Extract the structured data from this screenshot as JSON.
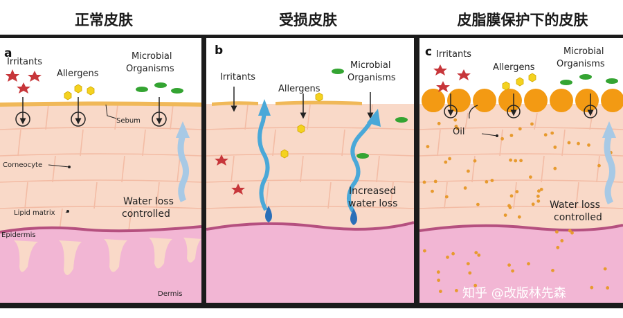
{
  "titles": {
    "normal": "正常皮肤",
    "damaged": "受损皮肤",
    "protected": "皮脂膜保护下的皮肤"
  },
  "panel_a": {
    "letter": "a",
    "irritants": "Irritants",
    "allergens": "Allergens",
    "microbial_1": "Microbial",
    "microbial_2": "Organisms",
    "sebum": "Sebum",
    "corneocyte": "Corneocyte",
    "lipid_matrix": "Lipid matrix",
    "water_1": "Water loss",
    "water_2": "controlled",
    "epidermis": "Epidermis",
    "dermis": "Dermis"
  },
  "panel_b": {
    "letter": "b",
    "irritants": "Irritants",
    "allergens": "Allergens",
    "microbial_1": "Microbial",
    "microbial_2": "Organisms",
    "water_1": "Increased",
    "water_2": "water loss"
  },
  "panel_c": {
    "letter": "c",
    "irritants": "Irritants",
    "allergens": "Allergens",
    "microbial_1": "Microbial",
    "microbial_2": "Organisms",
    "oil": "Oil",
    "water_1": "Water loss",
    "water_2": "controlled"
  },
  "watermark": "知乎 @改版林先森",
  "colors": {
    "skin": "#f9d9c8",
    "cell_line": "#f3bca5",
    "dermis": "#f2b6d4",
    "epidermis_line": "#b5507f",
    "sebum": "#f0b858",
    "oil_drop": "#f39a13",
    "irritant": "#c7363a",
    "allergen": "#f4d21f",
    "microbe": "#34a432",
    "arrow_blue": "#4aa8d8",
    "droplet": "#2a6fb8"
  }
}
